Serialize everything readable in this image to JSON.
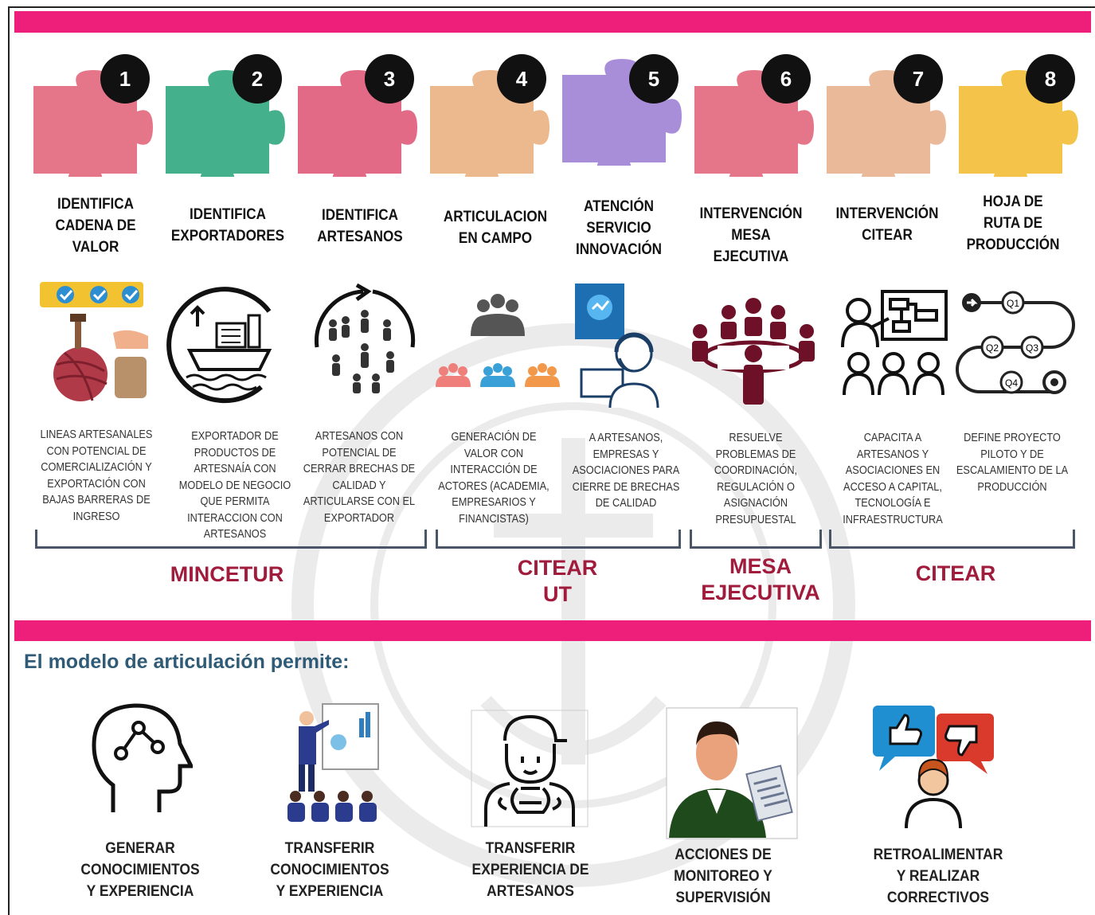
{
  "colors": {
    "accent_bar": "#ee1f7a",
    "group_label": "#a11b3c",
    "section_title": "#2f5b77",
    "bracket": "#4a5568"
  },
  "steps": [
    {
      "number": "1",
      "title": [
        "IDENTIFICA",
        "CADENA DE",
        "VALOR"
      ],
      "piece_color": "#e5768a",
      "icon": "yarn-crafts-icon",
      "description": "LINEAS ARTESANALES CON POTENCIAL DE COMERCIALIZACIÓN Y EXPORTACIÓN CON BAJAS BARRERAS DE INGRESO"
    },
    {
      "number": "2",
      "title": [
        "IDENTIFICA",
        "EXPORTADORES"
      ],
      "piece_color": "#45b08c",
      "icon": "cargo-ship-icon",
      "description": "EXPORTADOR DE PRODUCTOS DE ARTESNAÍA CON MODELO DE NEGOCIO QUE PERMITA INTERACCION CON ARTESANOS"
    },
    {
      "number": "3",
      "title": [
        "IDENTIFICA",
        "ARTESANOS"
      ],
      "piece_color": "#e26a86",
      "icon": "people-cycle-icon",
      "description": "ARTESANOS CON POTENCIAL DE CERRAR BRECHAS DE CALIDAD Y ARTICULARSE CON EL EXPORTADOR"
    },
    {
      "number": "4",
      "title": [
        "ARTICULACION",
        "EN CAMPO"
      ],
      "piece_color": "#ecb98e",
      "icon": "groups-network-icon",
      "description": "GENERACIÓN DE VALOR CON INTERACCIÓN DE ACTORES (ACADEMIA, EMPRESARIOS Y FINANCISTAS)"
    },
    {
      "number": "5",
      "title": [
        "ATENCIÓN",
        "SERVICIO",
        "INNOVACIÓN"
      ],
      "piece_color": "#a88ed8",
      "icon": "support-agent-icon",
      "description": "A ARTESANOS, EMPRESAS Y ASOCIACIONES PARA CIERRE DE BRECHAS DE CALIDAD"
    },
    {
      "number": "6",
      "title": [
        "INTERVENCIÓN",
        "MESA EJECUTIVA"
      ],
      "piece_color": "#e5768a",
      "icon": "meeting-table-icon",
      "description": "RESUELVE PROBLEMAS DE COORDINACIÓN, REGULACIÓN O ASIGNACIÓN PRESUPUESTAL"
    },
    {
      "number": "7",
      "title": [
        "INTERVENCIÓN",
        "CITEAR"
      ],
      "piece_color": "#e9b99a",
      "icon": "training-icon",
      "description": "CAPACITA A ARTESANOS Y ASOCIACIONES EN ACCESO A CAPITAL, TECNOLOGÍA E INFRAESTRUCTURA"
    },
    {
      "number": "8",
      "title": [
        "HOJA DE",
        "RUTA DE",
        "PRODUCCIÓN"
      ],
      "piece_color": "#f4c44a",
      "icon": "roadmap-icon",
      "description": "DEFINE PROYECTO PILOTO Y DE ESCALAMIENTO DE LA PRODUCCIÓN"
    }
  ],
  "groups": [
    {
      "label": [
        "MINCETUR"
      ]
    },
    {
      "label": [
        "CITEAR",
        "UT"
      ]
    },
    {
      "label": [
        "MESA",
        "EJECUTIVA"
      ]
    },
    {
      "label": [
        "CITEAR"
      ]
    }
  ],
  "section_title": "El modelo de articulación permite:",
  "benefits": [
    {
      "icon": "head-network-icon",
      "label": [
        "GENERAR",
        "CONOCIMIENTOS",
        "Y EXPERIENCIA"
      ]
    },
    {
      "icon": "presentation-icon",
      "label": [
        "TRANSFERIR",
        "CONOCIMIENTOS",
        "Y EXPERIENCIA"
      ]
    },
    {
      "icon": "artisan-worker-icon",
      "label": [
        "TRANSFERIR",
        "EXPERIENCIA DE",
        "ARTESANOS"
      ]
    },
    {
      "icon": "supervisor-icon",
      "label": [
        "ACCIONES DE",
        "MONITOREO Y",
        "SUPERVISIÓN"
      ]
    },
    {
      "icon": "feedback-icon",
      "label": [
        "RETROALIMENTAR",
        "Y REALIZAR",
        "CORRECTIVOS"
      ]
    }
  ]
}
